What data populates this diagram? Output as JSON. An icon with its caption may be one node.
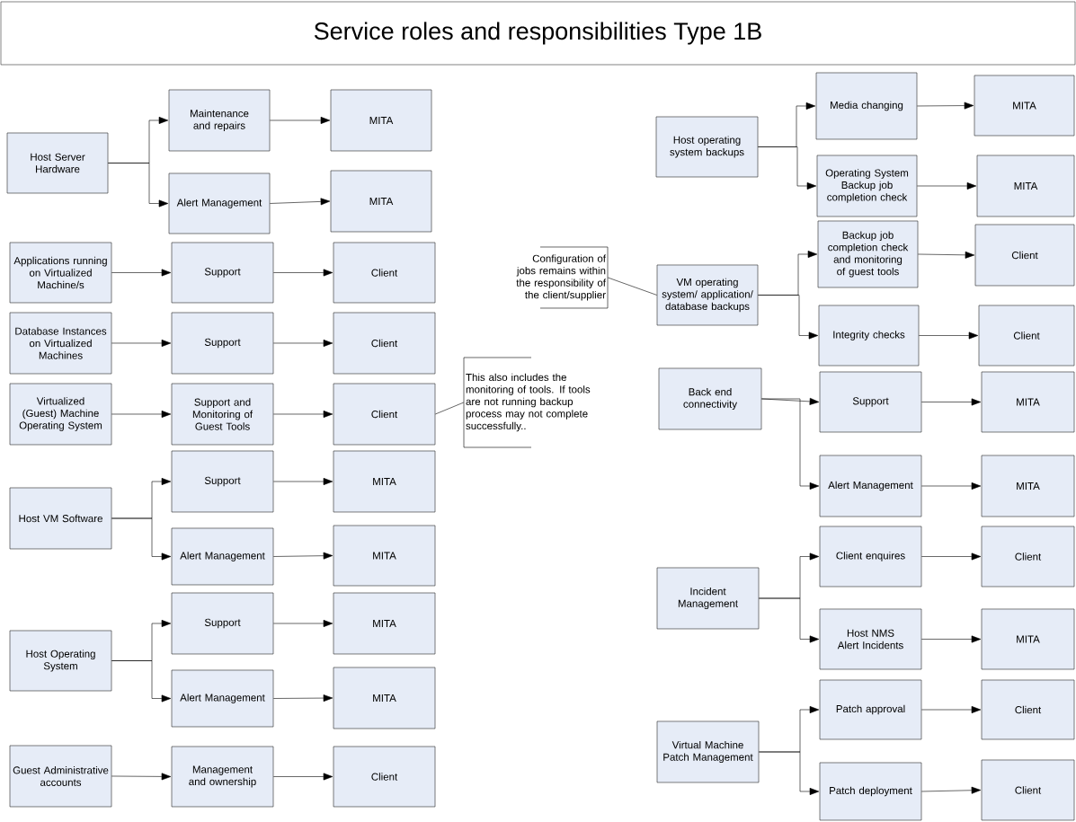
{
  "diagram": {
    "title": "Service roles and responsibilities Type 1B",
    "nodes": [
      {
        "text": [
          "Host Server Hardware"
        ]
      },
      {
        "text": [
          "Maintenance and repairs"
        ]
      },
      {
        "text": [
          "MITA"
        ]
      },
      {
        "text": [
          "Alert Management"
        ]
      },
      {
        "text": [
          "MITA"
        ]
      },
      {
        "text": [
          "Applications running on Virtualized Machine/s"
        ]
      },
      {
        "text": [
          "Support"
        ]
      },
      {
        "text": [
          "Client"
        ]
      },
      {
        "text": [
          "Database Instances on Virtualized Machines"
        ]
      },
      {
        "text": [
          "Support"
        ]
      },
      {
        "text": [
          "Client"
        ]
      },
      {
        "text": [
          "Virtualized (Guest) Machine Operating System"
        ]
      },
      {
        "text": [
          "Support and Monitoring of Guest Tools"
        ]
      },
      {
        "text": [
          "Client"
        ]
      },
      {
        "text": [
          "This also includes the monitoring of tools. If tools are not running backup process may not complete successfully.."
        ]
      },
      {
        "text": [
          "Host VM Software"
        ]
      },
      {
        "text": [
          "Support"
        ]
      },
      {
        "text": [
          "MITA"
        ]
      },
      {
        "text": [
          "Alert Management"
        ]
      },
      {
        "text": [
          "MITA"
        ]
      },
      {
        "text": [
          "Host Operating System"
        ]
      },
      {
        "text": [
          "Support"
        ]
      },
      {
        "text": [
          "MITA"
        ]
      },
      {
        "text": [
          "Alert Management"
        ]
      },
      {
        "text": [
          "MITA"
        ]
      },
      {
        "text": [
          "Guest Administrative accounts"
        ]
      },
      {
        "text": [
          "Management and ownership"
        ]
      },
      {
        "text": [
          "Client"
        ]
      },
      {
        "text": [
          "Host operating system backups"
        ]
      },
      {
        "text": [
          "Media changing"
        ]
      },
      {
        "text": [
          "MITA"
        ]
      },
      {
        "text": [
          "Operating System Backup job completion check"
        ]
      },
      {
        "text": [
          "MITA"
        ]
      },
      {
        "text": [
          "Configuration of jobs remains within the responsibility of the client/supplier"
        ]
      },
      {
        "text": [
          "VM operating system/ application/ database backups"
        ]
      },
      {
        "text": [
          "Backup job completion check and monitoring of guest tools"
        ]
      },
      {
        "text": [
          "Client"
        ]
      },
      {
        "text": [
          "Integrity checks"
        ]
      },
      {
        "text": [
          "Client"
        ]
      },
      {
        "text": [
          "Back end connectivity"
        ]
      },
      {
        "text": [
          "Support"
        ]
      },
      {
        "text": [
          "MITA"
        ]
      },
      {
        "text": [
          "Alert Management"
        ]
      },
      {
        "text": [
          "MITA"
        ]
      },
      {
        "text": [
          "Incident Management"
        ]
      },
      {
        "text": [
          "Client enquires"
        ]
      },
      {
        "text": [
          "Client"
        ]
      },
      {
        "text": [
          "Host NMS Alert Incidents"
        ]
      },
      {
        "text": [
          "MITA"
        ]
      },
      {
        "text": [
          "Virtual Machine Patch Management"
        ]
      },
      {
        "text": [
          "Patch approval"
        ]
      },
      {
        "text": [
          "Client"
        ]
      },
      {
        "text": [
          "Patch deployment"
        ]
      },
      {
        "text": [
          "Client"
        ]
      }
    ],
    "edges": [
      {
        "from": 0,
        "to": 1,
        "arrow": "to"
      },
      {
        "from": 0,
        "to": 3,
        "arrow": "to"
      },
      {
        "from": 1,
        "to": 2,
        "arrow": "to"
      },
      {
        "from": 3,
        "to": 4,
        "arrow": "to"
      },
      {
        "from": 5,
        "to": 6,
        "arrow": "to"
      },
      {
        "from": 6,
        "to": 7,
        "arrow": "to"
      },
      {
        "from": 8,
        "to": 9,
        "arrow": "to"
      },
      {
        "from": 9,
        "to": 10,
        "arrow": "to"
      },
      {
        "from": 11,
        "to": 12,
        "arrow": "to"
      },
      {
        "from": 12,
        "to": 13,
        "arrow": "to"
      },
      {
        "from": 14,
        "to": 13,
        "arrow": "none"
      },
      {
        "from": 15,
        "to": 16,
        "arrow": "to"
      },
      {
        "from": 15,
        "to": 18,
        "arrow": "to"
      },
      {
        "from": 16,
        "to": 17,
        "arrow": "to"
      },
      {
        "from": 18,
        "to": 19,
        "arrow": "to"
      },
      {
        "from": 20,
        "to": 21,
        "arrow": "to"
      },
      {
        "from": 20,
        "to": 23,
        "arrow": "to"
      },
      {
        "from": 21,
        "to": 22,
        "arrow": "to"
      },
      {
        "from": 23,
        "to": 24,
        "arrow": "to"
      },
      {
        "from": 25,
        "to": 26,
        "arrow": "to"
      },
      {
        "from": 26,
        "to": 27,
        "arrow": "to"
      },
      {
        "from": 28,
        "to": 29,
        "arrow": "to"
      },
      {
        "from": 28,
        "to": 31,
        "arrow": "to"
      },
      {
        "from": 29,
        "to": 30,
        "arrow": "to"
      },
      {
        "from": 31,
        "to": 32,
        "arrow": "to"
      },
      {
        "from": 33,
        "to": 34,
        "arrow": "none"
      },
      {
        "from": 34,
        "to": 35,
        "arrow": "to"
      },
      {
        "from": 34,
        "to": 37,
        "arrow": "to"
      },
      {
        "from": 35,
        "to": 36,
        "arrow": "to"
      },
      {
        "from": 37,
        "to": 38,
        "arrow": "to"
      },
      {
        "from": 39,
        "to": 40,
        "arrow": "to"
      },
      {
        "from": 39,
        "to": 42,
        "arrow": "to"
      },
      {
        "from": 40,
        "to": 41,
        "arrow": "to"
      },
      {
        "from": 42,
        "to": 43,
        "arrow": "to"
      },
      {
        "from": 44,
        "to": 45,
        "arrow": "to"
      },
      {
        "from": 44,
        "to": 47,
        "arrow": "to"
      },
      {
        "from": 45,
        "to": 46,
        "arrow": "to"
      },
      {
        "from": 47,
        "to": 48,
        "arrow": "to"
      },
      {
        "from": 49,
        "to": 50,
        "arrow": "to"
      },
      {
        "from": 49,
        "to": 52,
        "arrow": "to"
      },
      {
        "from": 50,
        "to": 51,
        "arrow": "to"
      },
      {
        "from": 52,
        "to": 53,
        "arrow": "to"
      }
    ]
  }
}
